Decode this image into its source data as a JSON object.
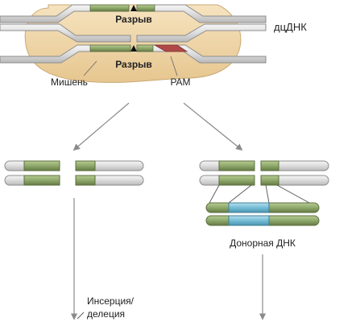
{
  "labels": {
    "break_top": "Разрыв",
    "break_bottom": "Разрыв",
    "dsdna": "дцДНК",
    "target": "Мишень",
    "pam": "PAM",
    "donor_dna": "Донорная ДНК",
    "indel": "Инсерция/\nделеция"
  },
  "colors": {
    "protein": "#efd6a6",
    "protein_edge": "#c9a874",
    "strand_fill": "#e3e3e3",
    "strand_edge": "#8d8d8d",
    "target": "#8ea86a",
    "pam": "#b04848",
    "donor": "#74bcd6",
    "arrow": "#8a8a8a"
  }
}
